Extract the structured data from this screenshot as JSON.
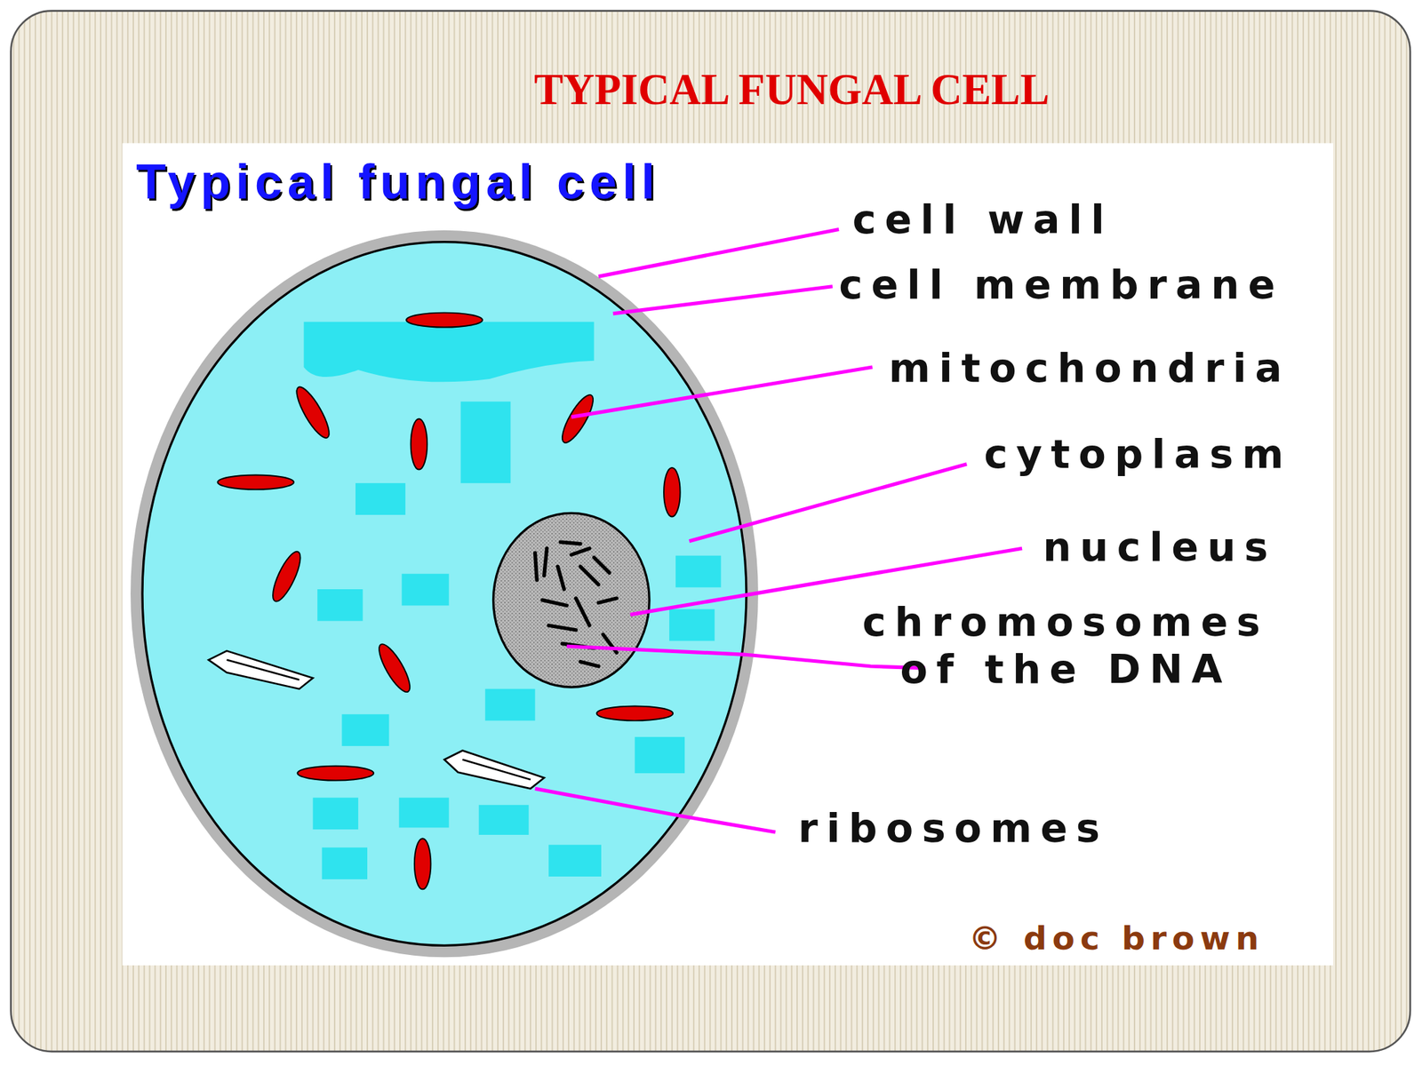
{
  "diagram": {
    "title": "TYPICAL FUNGAL CELL",
    "labels": [
      "Typical fungal cell",
      "cell wall",
      "cell membrane",
      "mitochondria",
      "cytoplasm",
      "nucleus",
      "chromosomes of the DNA",
      "ribosomes",
      "© doc brown"
    ]
  }
}
